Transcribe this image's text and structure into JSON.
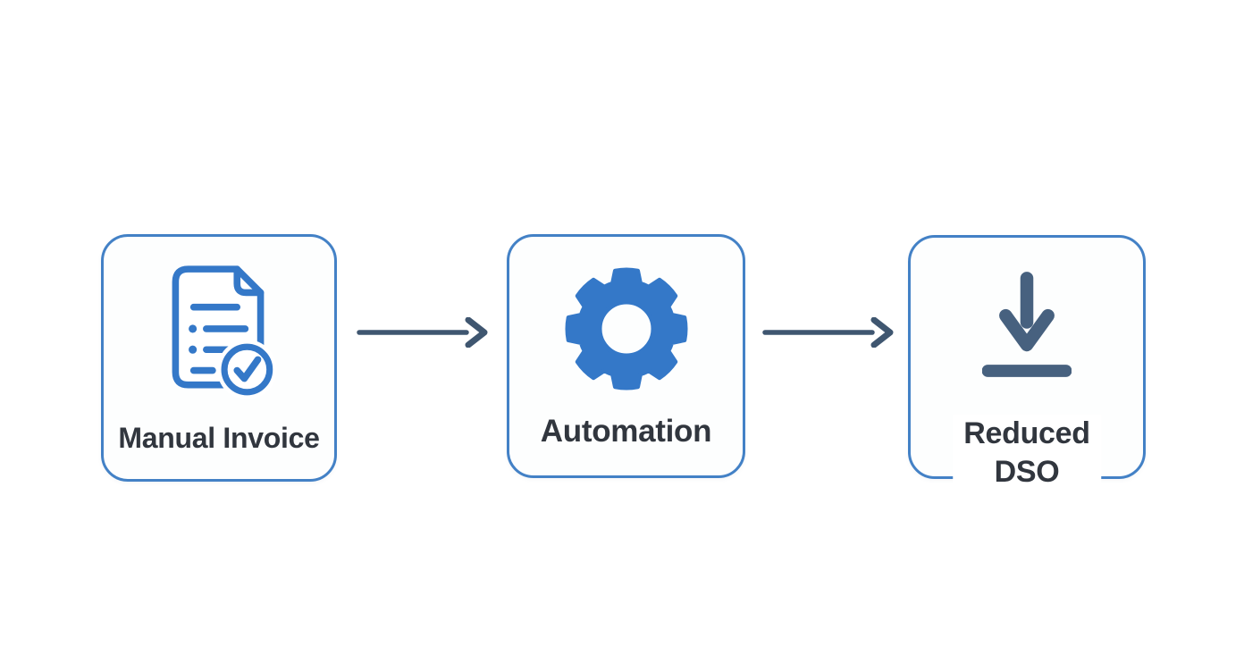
{
  "diagram": {
    "steps": [
      {
        "label": "Manual Invoice",
        "icon": "document-check-icon"
      },
      {
        "label": "Automation",
        "icon": "gear-icon"
      },
      {
        "label": "Reduced DSO",
        "label_line1": "Reduced",
        "label_line2": "DSO",
        "icon": "download-icon"
      }
    ],
    "connectors": [
      {
        "type": "arrow-right"
      },
      {
        "type": "arrow-right"
      }
    ],
    "colors": {
      "background": "#ffffff",
      "box_border": "#4381c6",
      "icon_blue": "#3478c8",
      "icon_slate": "#47617f",
      "arrow": "#3f5670",
      "label_text": "#31363e"
    }
  }
}
